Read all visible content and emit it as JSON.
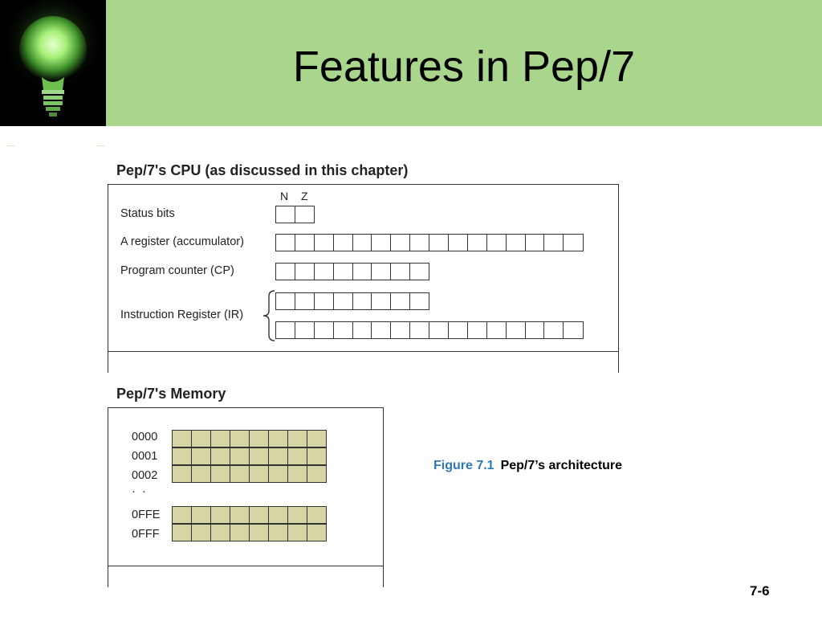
{
  "slide": {
    "title": "Features in Pep/7",
    "page_number": "7-6"
  },
  "colors": {
    "header_background": "#a9d68c",
    "memory_cell_fill": "#d5d5a5",
    "caption_label": "#2e78b8"
  },
  "cpu": {
    "title": "Pep/7's CPU (as discussed in this  chapter)",
    "status_flags": [
      "N",
      "Z"
    ],
    "registers": [
      {
        "label": "Status bits",
        "cells": 2
      },
      {
        "label": "A  register (accumulator)",
        "cells": 16
      },
      {
        "label": "Program counter (CP)",
        "cells": 8
      },
      {
        "label": "Instruction Register (IR)",
        "rows": [
          8,
          16
        ]
      }
    ]
  },
  "memory": {
    "title": "Pep/7's Memory",
    "addresses": [
      "0000",
      "0001",
      "0002",
      "· ·",
      "0FFE",
      "0FFF"
    ],
    "cells_per_row": 8
  },
  "figure": {
    "label": "Figure 7.1",
    "caption": "Pep/7’s architecture"
  }
}
